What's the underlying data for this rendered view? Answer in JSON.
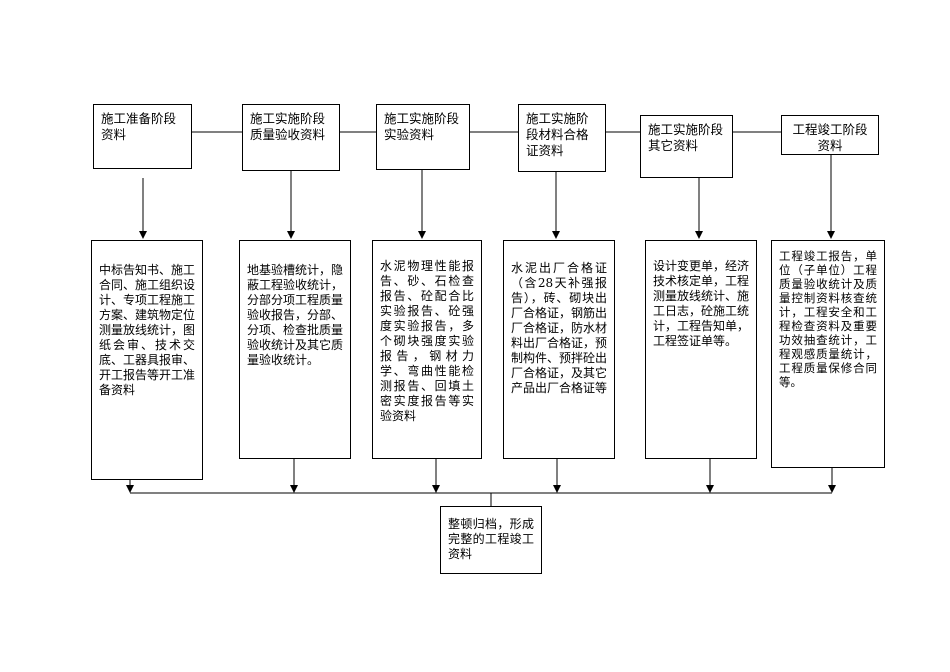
{
  "stages": [
    {
      "title": "施工准备阶段资料",
      "content": "中标告知书、施工合同、施工组织设计、专项工程施工方案、建筑物定位测量放线统计，图纸会审、技术交底、工器具报审、开工报告等开工准备资料"
    },
    {
      "title": "施工实施阶段质量验收资料",
      "content": "地基验槽统计，隐蔽工程验收统计，分部分项工程质量验收报告，分部、分项、检查批质量验收统计及其它质量验收统计。"
    },
    {
      "title": "施工实施阶段实验资料",
      "content": "水泥物理性能报告、砂、石检查报告、砼配合比实验报告、砼强度实验报告，多个砌块强度实验报告，钢材力学、弯曲性能检测报告、回填土密实度报告等实验资料"
    },
    {
      "title": "施工实施阶段材料合格证资料",
      "content": "水泥出厂合格证（含28天补强报告），砖、砌块出厂合格证，钢筋出厂合格证，防水材料出厂合格证，预制构件、预拌砼出厂合格证，及其它产品出厂合格证等"
    },
    {
      "title": "施工实施阶段其它资料",
      "content": "设计变更单，经济技术核定单，工程测量放线统计、施工日志，砼施工统计，工程告知单，工程签证单等。"
    },
    {
      "title": "工程竣工阶段资料",
      "content": "工程竣工报告，单位（子单位）工程质量验收统计及质量控制资料核查统计，工程安全和工程检查资料及重要功效抽查统计，工程观感质量统计，工程质量保修合同等。"
    }
  ],
  "final": "整顿归档，形成完整的工程竣工资料"
}
